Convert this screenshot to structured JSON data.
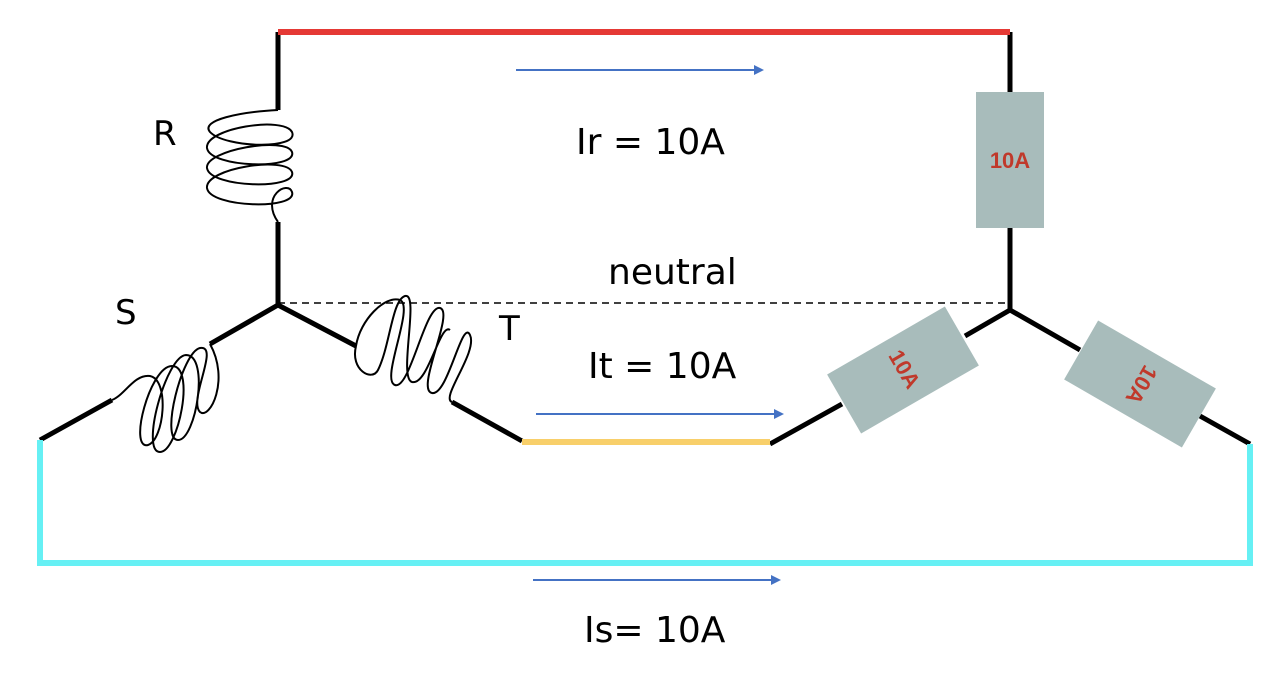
{
  "labels": {
    "phase_r": "R",
    "phase_s": "S",
    "phase_t": "T",
    "neutral": "neutral",
    "current_r": "Ir = 10A",
    "current_t": "It = 10A",
    "current_s": "Is= 10A"
  },
  "loads": {
    "top": "10A",
    "left": "10A",
    "right": "10A"
  },
  "colors": {
    "wire": "#000000",
    "line_r": "#e53935",
    "line_t": "#f8cf6a",
    "line_s": "#66f0f4",
    "arrow": "#4472c4",
    "load_fill": "#a8bcbb",
    "load_text": "#c0392b",
    "neutral": "#000000"
  }
}
